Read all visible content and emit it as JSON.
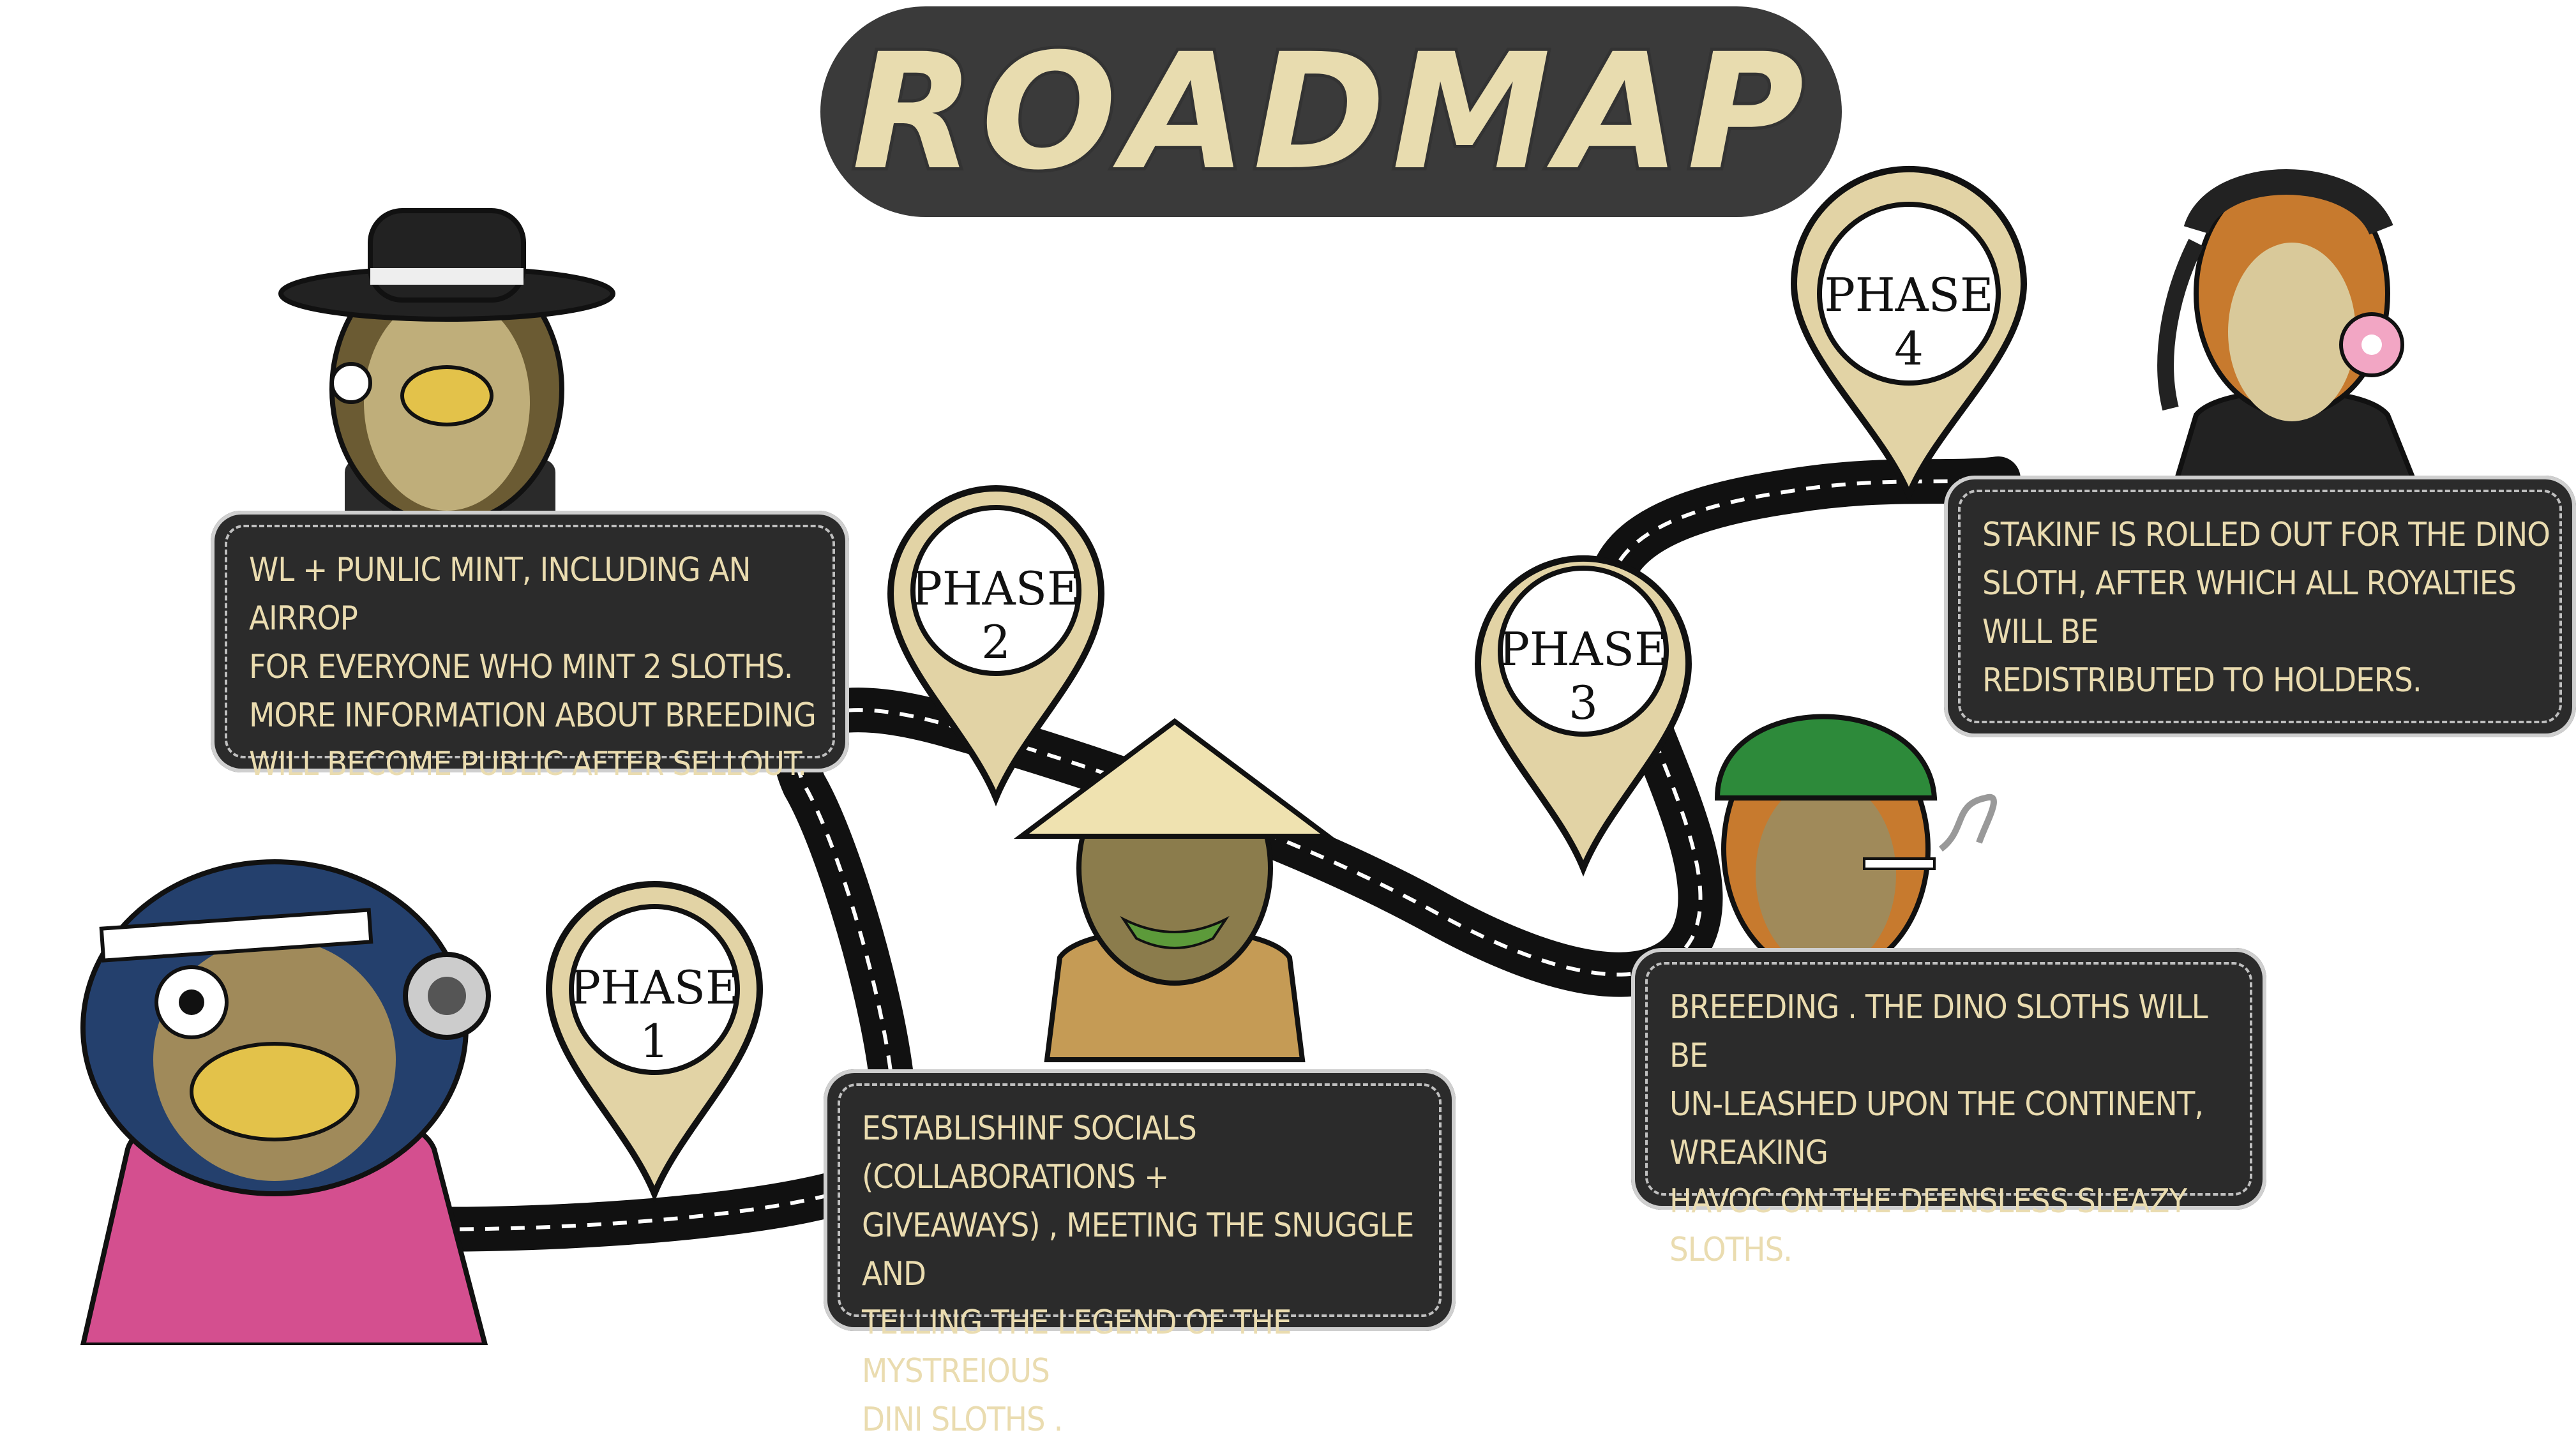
{
  "title": "ROADMAP",
  "colors": {
    "title_fill": "#e8dcaf",
    "title_pill": "#3a3a3a",
    "pin_fill": "#e2d3a5",
    "pin_stroke": "#111111",
    "road": "#111111",
    "box_bg": "#2b2b2b",
    "box_text": "#eadcb0"
  },
  "phases": [
    {
      "label": "PHASE 1",
      "text": "ESTABLISHINF SOCIALS (COLLABORATIONS +\nGIVEAWAYS) , MEETING THE SNUGGLE AND\nTELLING THE LEGEND OF THE MYSTREIOUS\nDINI SLOTHS ."
    },
    {
      "label": "PHASE 2",
      "text": "WL + PUNLIC MINT, INCLUDING AN AIRROP\nFOR EVERYONE WHO MINT 2 SLOTHS.\nMORE INFORMATION ABOUT BREEDING\nWILL BECOME PUBLIC AFTER SELLOUT."
    },
    {
      "label": "PHASE 3",
      "text": "BREEEDING . THE DINO SLOTHS WILL BE\nUN-LEASHED UPON THE CONTINENT, WREAKING\nHAVOC ON THE DFENSLESS SLEAZY SLOTHS."
    },
    {
      "label": "PHASE 4",
      "text": "STAKINF IS ROLLED OUT FOR THE DINO\n SLOTH, AFTER WHICH ALL ROYALTIES WILL BE\nREDISTRIBUTED TO HOLDERS."
    }
  ],
  "characters": [
    {
      "name": "sloth-headband-kimono"
    },
    {
      "name": "sloth-fedora"
    },
    {
      "name": "sloth-conical-hat"
    },
    {
      "name": "sloth-green-cap-smoking"
    },
    {
      "name": "sloth-dreadlocks-donut"
    }
  ]
}
